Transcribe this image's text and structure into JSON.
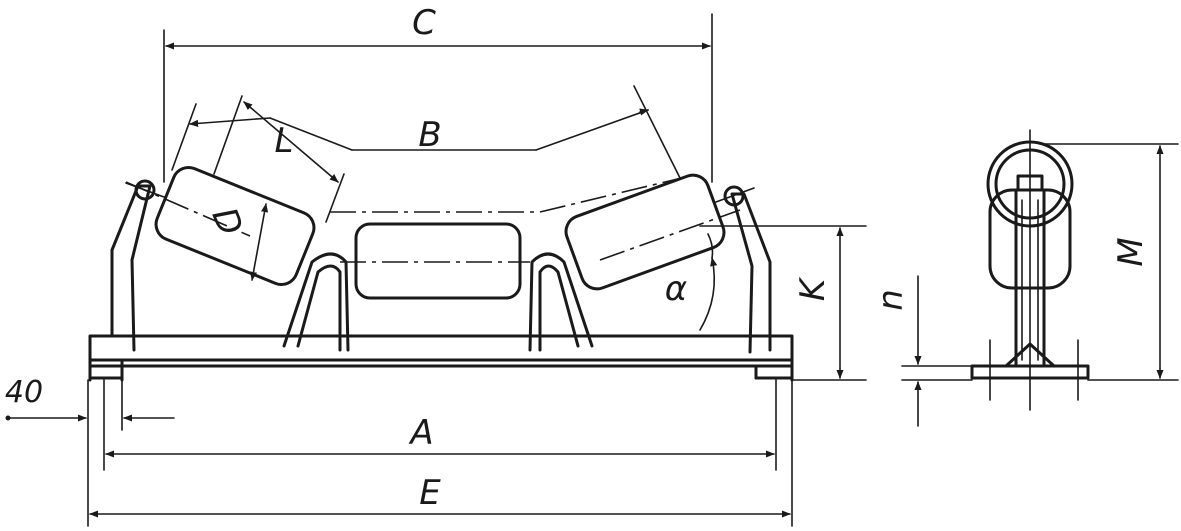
{
  "labels": {
    "C": "C",
    "B": "B",
    "L": "L",
    "D": "D",
    "K": "K",
    "alpha": "α",
    "n": "n",
    "M": "M",
    "A": "A",
    "E": "E",
    "offset": "40"
  }
}
